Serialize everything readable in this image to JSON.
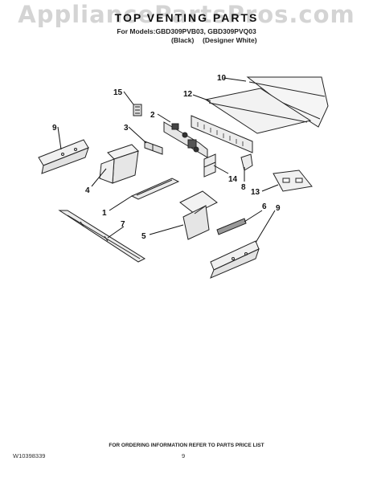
{
  "watermark": "AppliancePartsPros.com",
  "header": {
    "title": "TOP VENTING PARTS",
    "models": "For Models:GBD309PVB03, GBD309PVQ03",
    "variant_black": "(Black)",
    "variant_white": "(Designer White)"
  },
  "callouts": [
    "1",
    "2",
    "3",
    "4",
    "5",
    "6",
    "7",
    "8",
    "9",
    "10",
    "12",
    "13",
    "14",
    "15"
  ],
  "footer": {
    "ordering_info": "FOR ORDERING INFORMATION REFER TO PARTS PRICE LIST",
    "document_number": "W10398339",
    "page_number": "9"
  }
}
